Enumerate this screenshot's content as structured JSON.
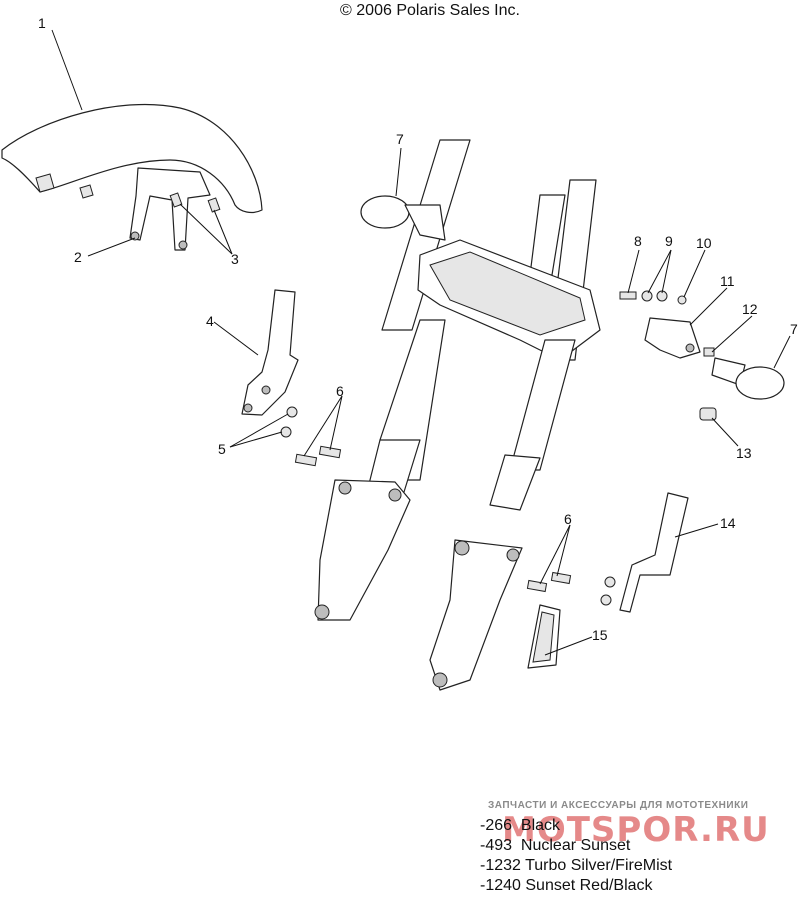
{
  "copyright": "© 2006 Polaris Sales Inc.",
  "callouts": {
    "c1": "1",
    "c2": "2",
    "c3": "3",
    "c4": "4",
    "c5": "5",
    "c6a": "6",
    "c6b": "6",
    "c7a": "7",
    "c7b": "7",
    "c8": "8",
    "c9": "9",
    "c10": "10",
    "c11": "11",
    "c12": "12",
    "c13": "13",
    "c14": "14",
    "c15": "15"
  },
  "watermark": {
    "text": "ЗАПЧАСТИ И АКСЕССУАРЫ ДЛЯ МОТОТЕХНИКИ",
    "logo": "MOTSPOR.RU"
  },
  "colors": [
    "-266  Black",
    "-493  Nuclear Sunset",
    "-1232 Turbo Silver/FireMist",
    "-1240 Sunset Red/Black"
  ]
}
